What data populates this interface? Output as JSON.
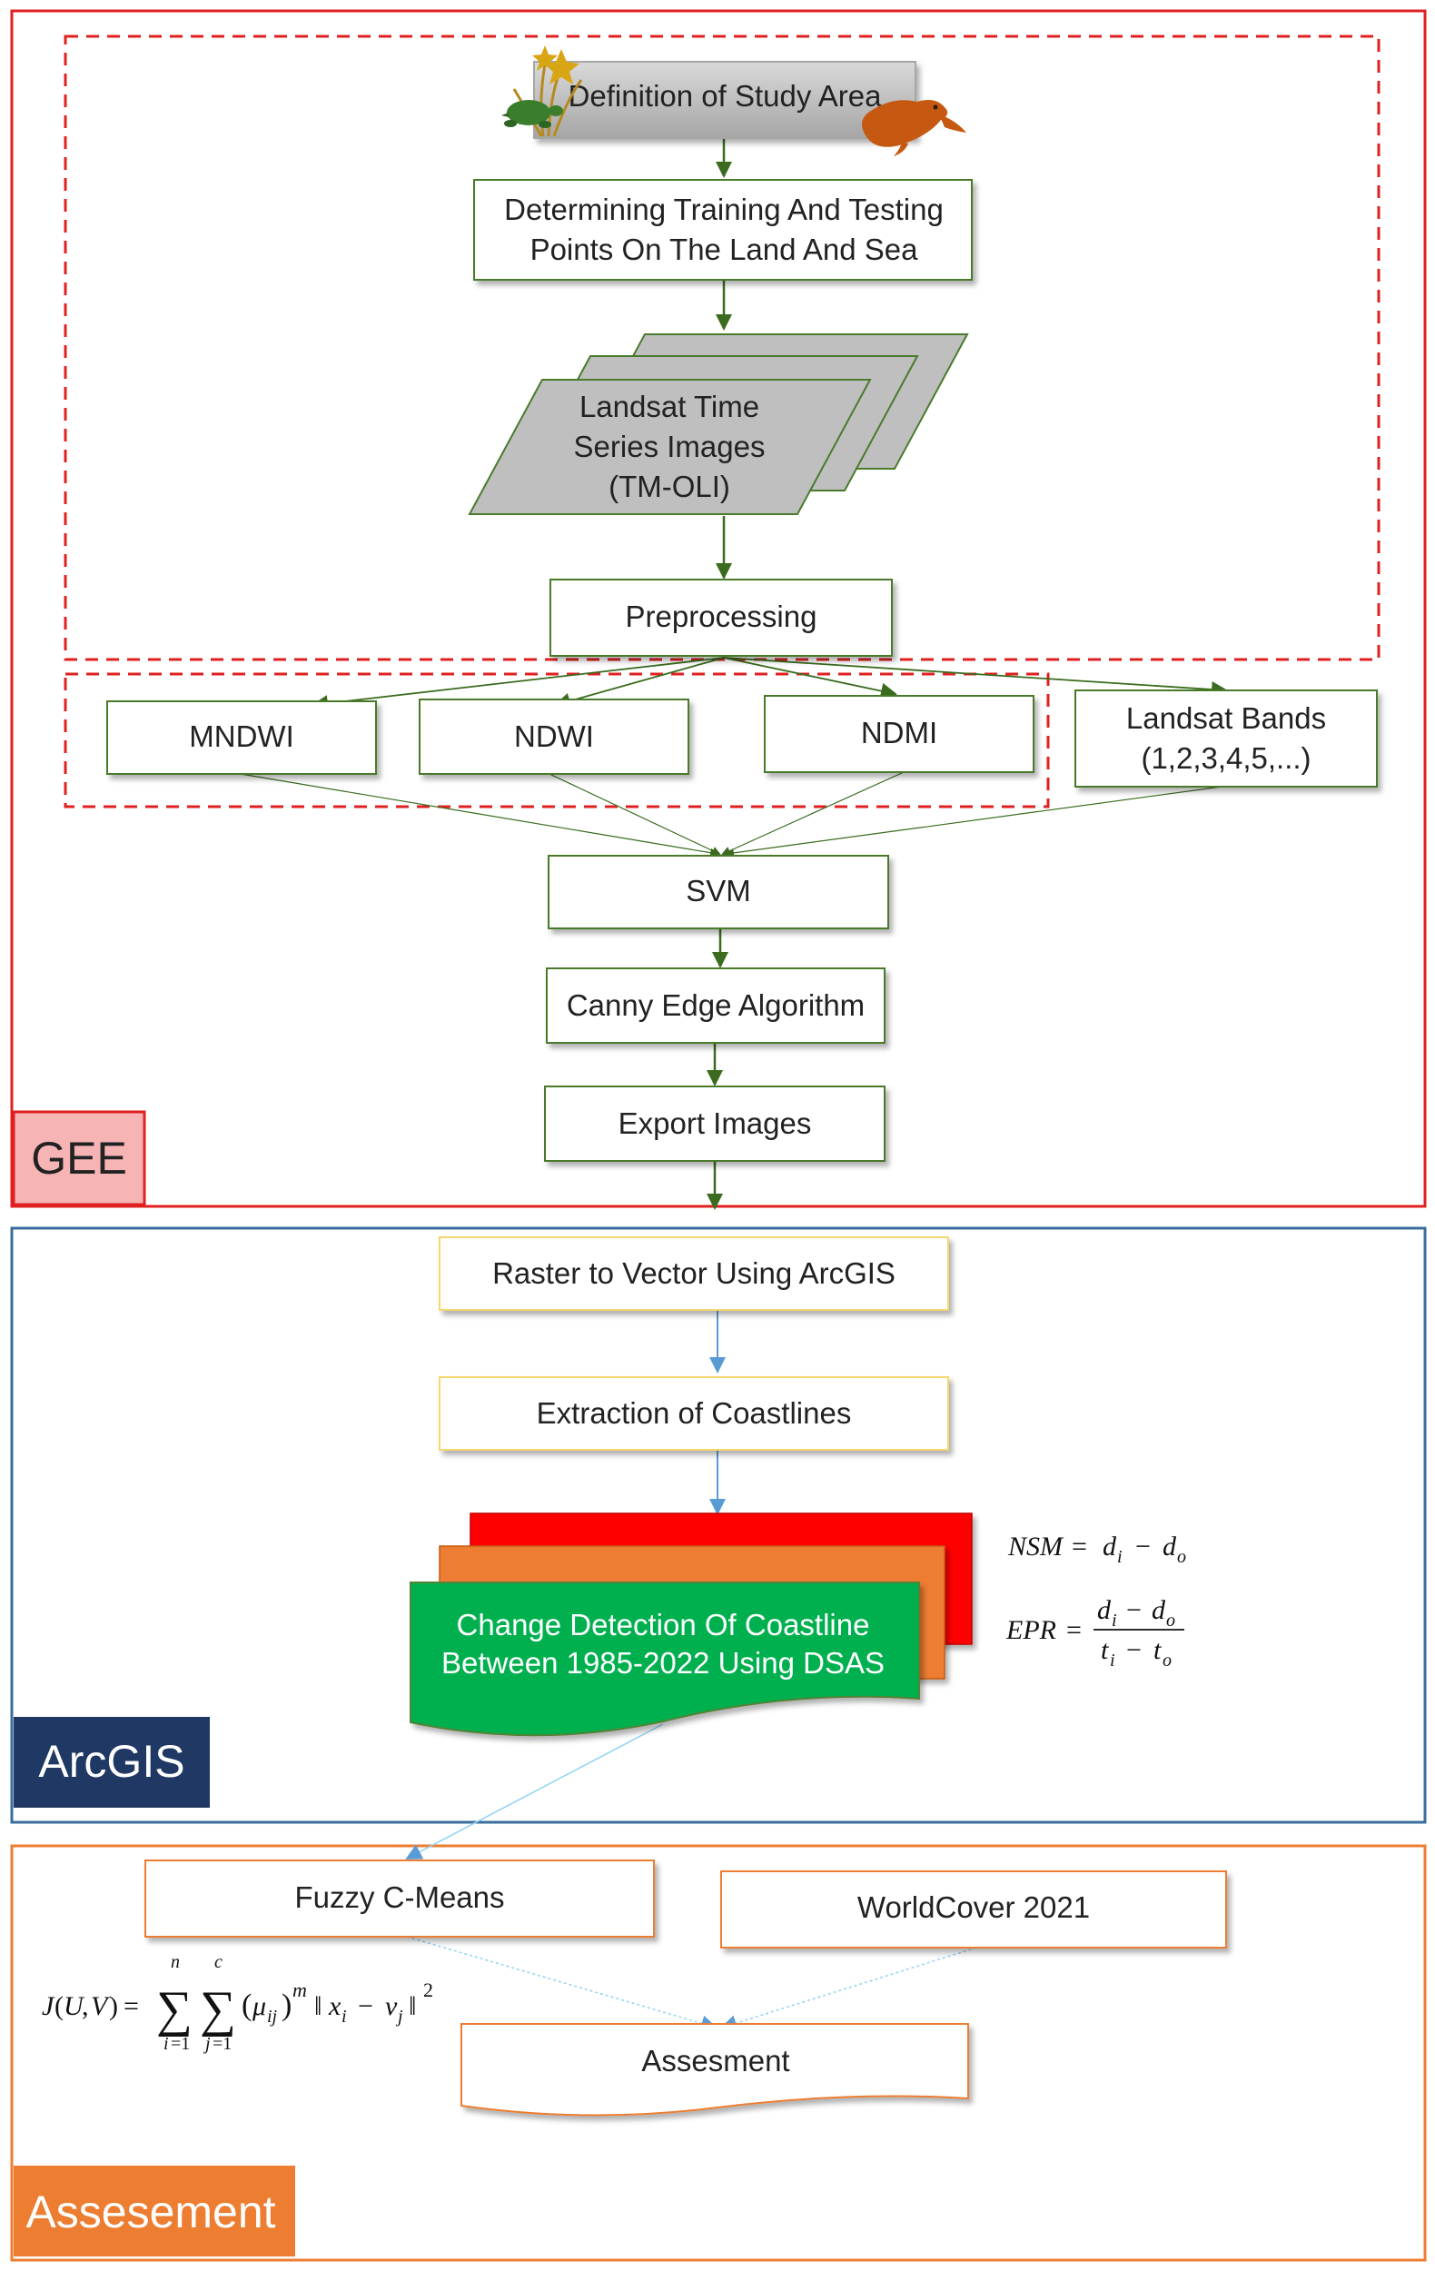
{
  "sections": {
    "gee": {
      "label": "GEE",
      "border": "#e02020",
      "label_bg": "#f7b4b4"
    },
    "arcgis": {
      "label": "ArcGIS",
      "border": "#3a6d9e",
      "label_bg": "#1f3864"
    },
    "assessment": {
      "label": "Assesement",
      "border": "#ed7d31",
      "label_bg": "#ed7d31"
    }
  },
  "nodes": {
    "study_area": "Definition of Study Area",
    "training_1": "Determining Training And Testing",
    "training_2": "Points On The Land And Sea",
    "landsat_1": "Landsat Time",
    "landsat_2": "Series Images",
    "landsat_3": "(TM-OLI)",
    "preprocessing": "Preprocessing",
    "mndwi": "MNDWI",
    "ndwi": "NDWI",
    "ndmi": "NDMI",
    "bands_1": "Landsat Bands",
    "bands_2": "(1,2,3,4,5,...)",
    "svm": "SVM",
    "canny": "Canny Edge Algorithm",
    "export": "Export Images",
    "raster": "Raster to Vector Using ArcGIS",
    "extraction": "Extraction of Coastlines",
    "dsas_1": "Change Detection Of Coastline",
    "dsas_2": "Between 1985-2022 Using DSAS",
    "fuzzy": "Fuzzy C-Means",
    "worldcover": "WorldCover 2021",
    "assesment": "Assesment"
  },
  "colors": {
    "green_border": "#4a7a2c",
    "green_arrow": "#3a6b1e",
    "yellow_border": "#f5d76e",
    "blue_arrow": "#5b9bd5",
    "light_blue_arrow": "#8fd3f4",
    "orange_border": "#ed7d31",
    "red_dash": "#e02020",
    "grey_fill": "#bfbfbf",
    "dsas_green": "#00b050",
    "dsas_orange": "#ed7d31",
    "dsas_red": "#ff0000"
  },
  "icons": [
    "turtle-icon",
    "reed-plant-icon",
    "seal-icon"
  ]
}
